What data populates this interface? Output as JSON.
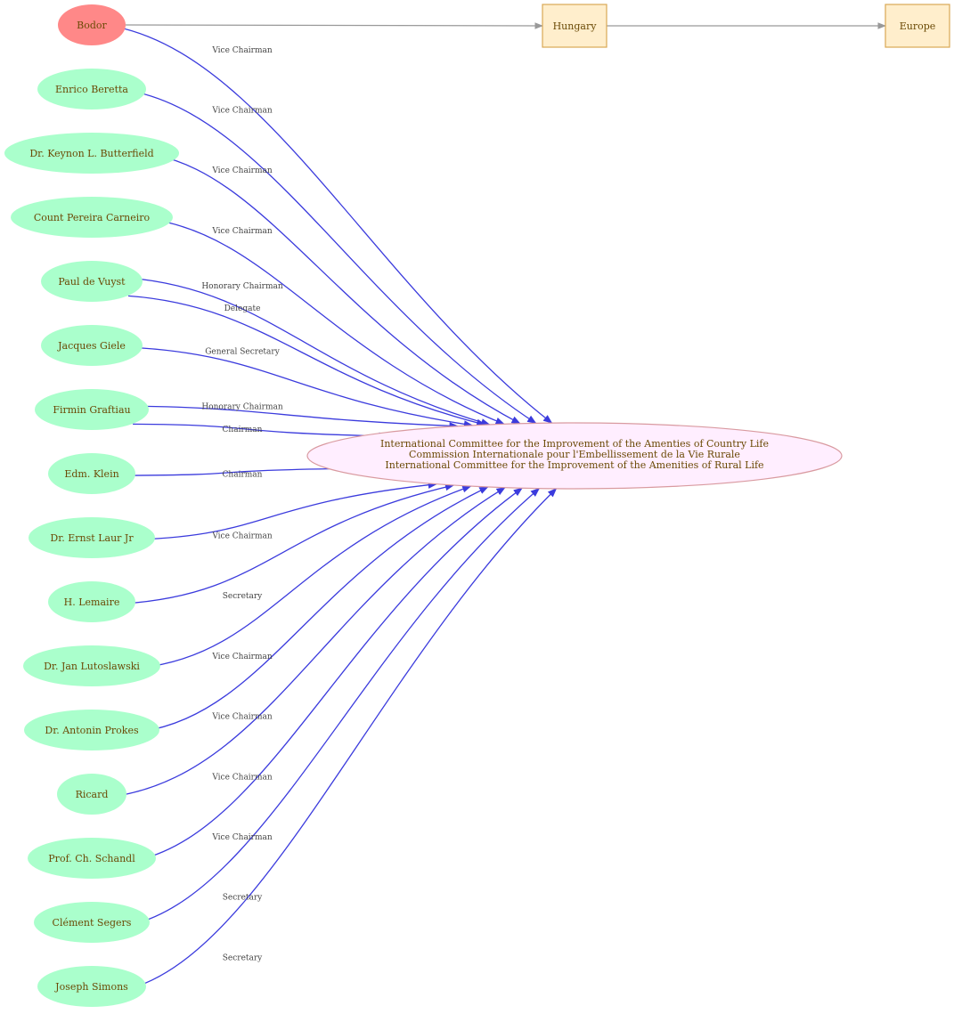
{
  "colors": {
    "person_fill": "#aaffcc",
    "highlight_fill": "#ff8888",
    "location_fill": "#ffeecc",
    "location_stroke": "#d9a855",
    "org_fill": "#ffeeff",
    "org_stroke": "#d99aa0",
    "edge_role": "#3b3bdd",
    "edge_location": "#999999",
    "text": "#6b4a06"
  },
  "organization": {
    "lines": [
      "International Committee for the Improvement of the Amenties of Country Life",
      "Commission Internationale pour l'Embellissement de la Vie Rurale",
      "International Committee for the Improvement of the Amenities of Rural Life"
    ]
  },
  "locations": [
    {
      "id": "hungary",
      "label": "Hungary"
    },
    {
      "id": "europe",
      "label": "Europe"
    }
  ],
  "location_edges": [
    {
      "from": "bodor",
      "to": "hungary"
    },
    {
      "from": "hungary",
      "to": "europe"
    }
  ],
  "people": [
    {
      "id": "bodor",
      "label": "Bodor",
      "highlight": true,
      "roles": [
        "Vice Chairman"
      ]
    },
    {
      "id": "beretta",
      "label": "Enrico Beretta",
      "roles": [
        "Vice Chairman"
      ]
    },
    {
      "id": "butterfield",
      "label": "Dr. Keynon L. Butterfield",
      "roles": [
        "Vice Chairman"
      ]
    },
    {
      "id": "carneiro",
      "label": "Count Pereira Carneiro",
      "roles": [
        "Vice Chairman"
      ]
    },
    {
      "id": "vuyst",
      "label": "Paul de Vuyst",
      "roles": [
        "Honorary Chairman",
        "Delegate"
      ]
    },
    {
      "id": "giele",
      "label": "Jacques Giele",
      "roles": [
        "General Secretary"
      ]
    },
    {
      "id": "graftiau",
      "label": "Firmin Graftiau",
      "roles": [
        "Honorary Chairman",
        "Chairman"
      ]
    },
    {
      "id": "klein",
      "label": "Edm. Klein",
      "roles": [
        "Chairman"
      ]
    },
    {
      "id": "laur",
      "label": "Dr. Ernst  Laur Jr",
      "roles": [
        "Vice Chairman"
      ]
    },
    {
      "id": "lemaire",
      "label": "H. Lemaire",
      "roles": [
        "Secretary"
      ]
    },
    {
      "id": "lutoslawski",
      "label": "Dr. Jan Lutoslawski",
      "roles": [
        "Vice Chairman"
      ]
    },
    {
      "id": "prokes",
      "label": "Dr. Antonin Prokes",
      "roles": [
        "Vice Chairman"
      ]
    },
    {
      "id": "ricard",
      "label": "Ricard",
      "roles": [
        "Vice Chairman"
      ]
    },
    {
      "id": "schandl",
      "label": "Prof. Ch. Schandl",
      "roles": [
        "Vice Chairman"
      ]
    },
    {
      "id": "segers",
      "label": "Clément Segers",
      "roles": [
        "Secretary"
      ]
    },
    {
      "id": "simons",
      "label": "Joseph Simons",
      "roles": [
        "Secretary"
      ]
    }
  ]
}
